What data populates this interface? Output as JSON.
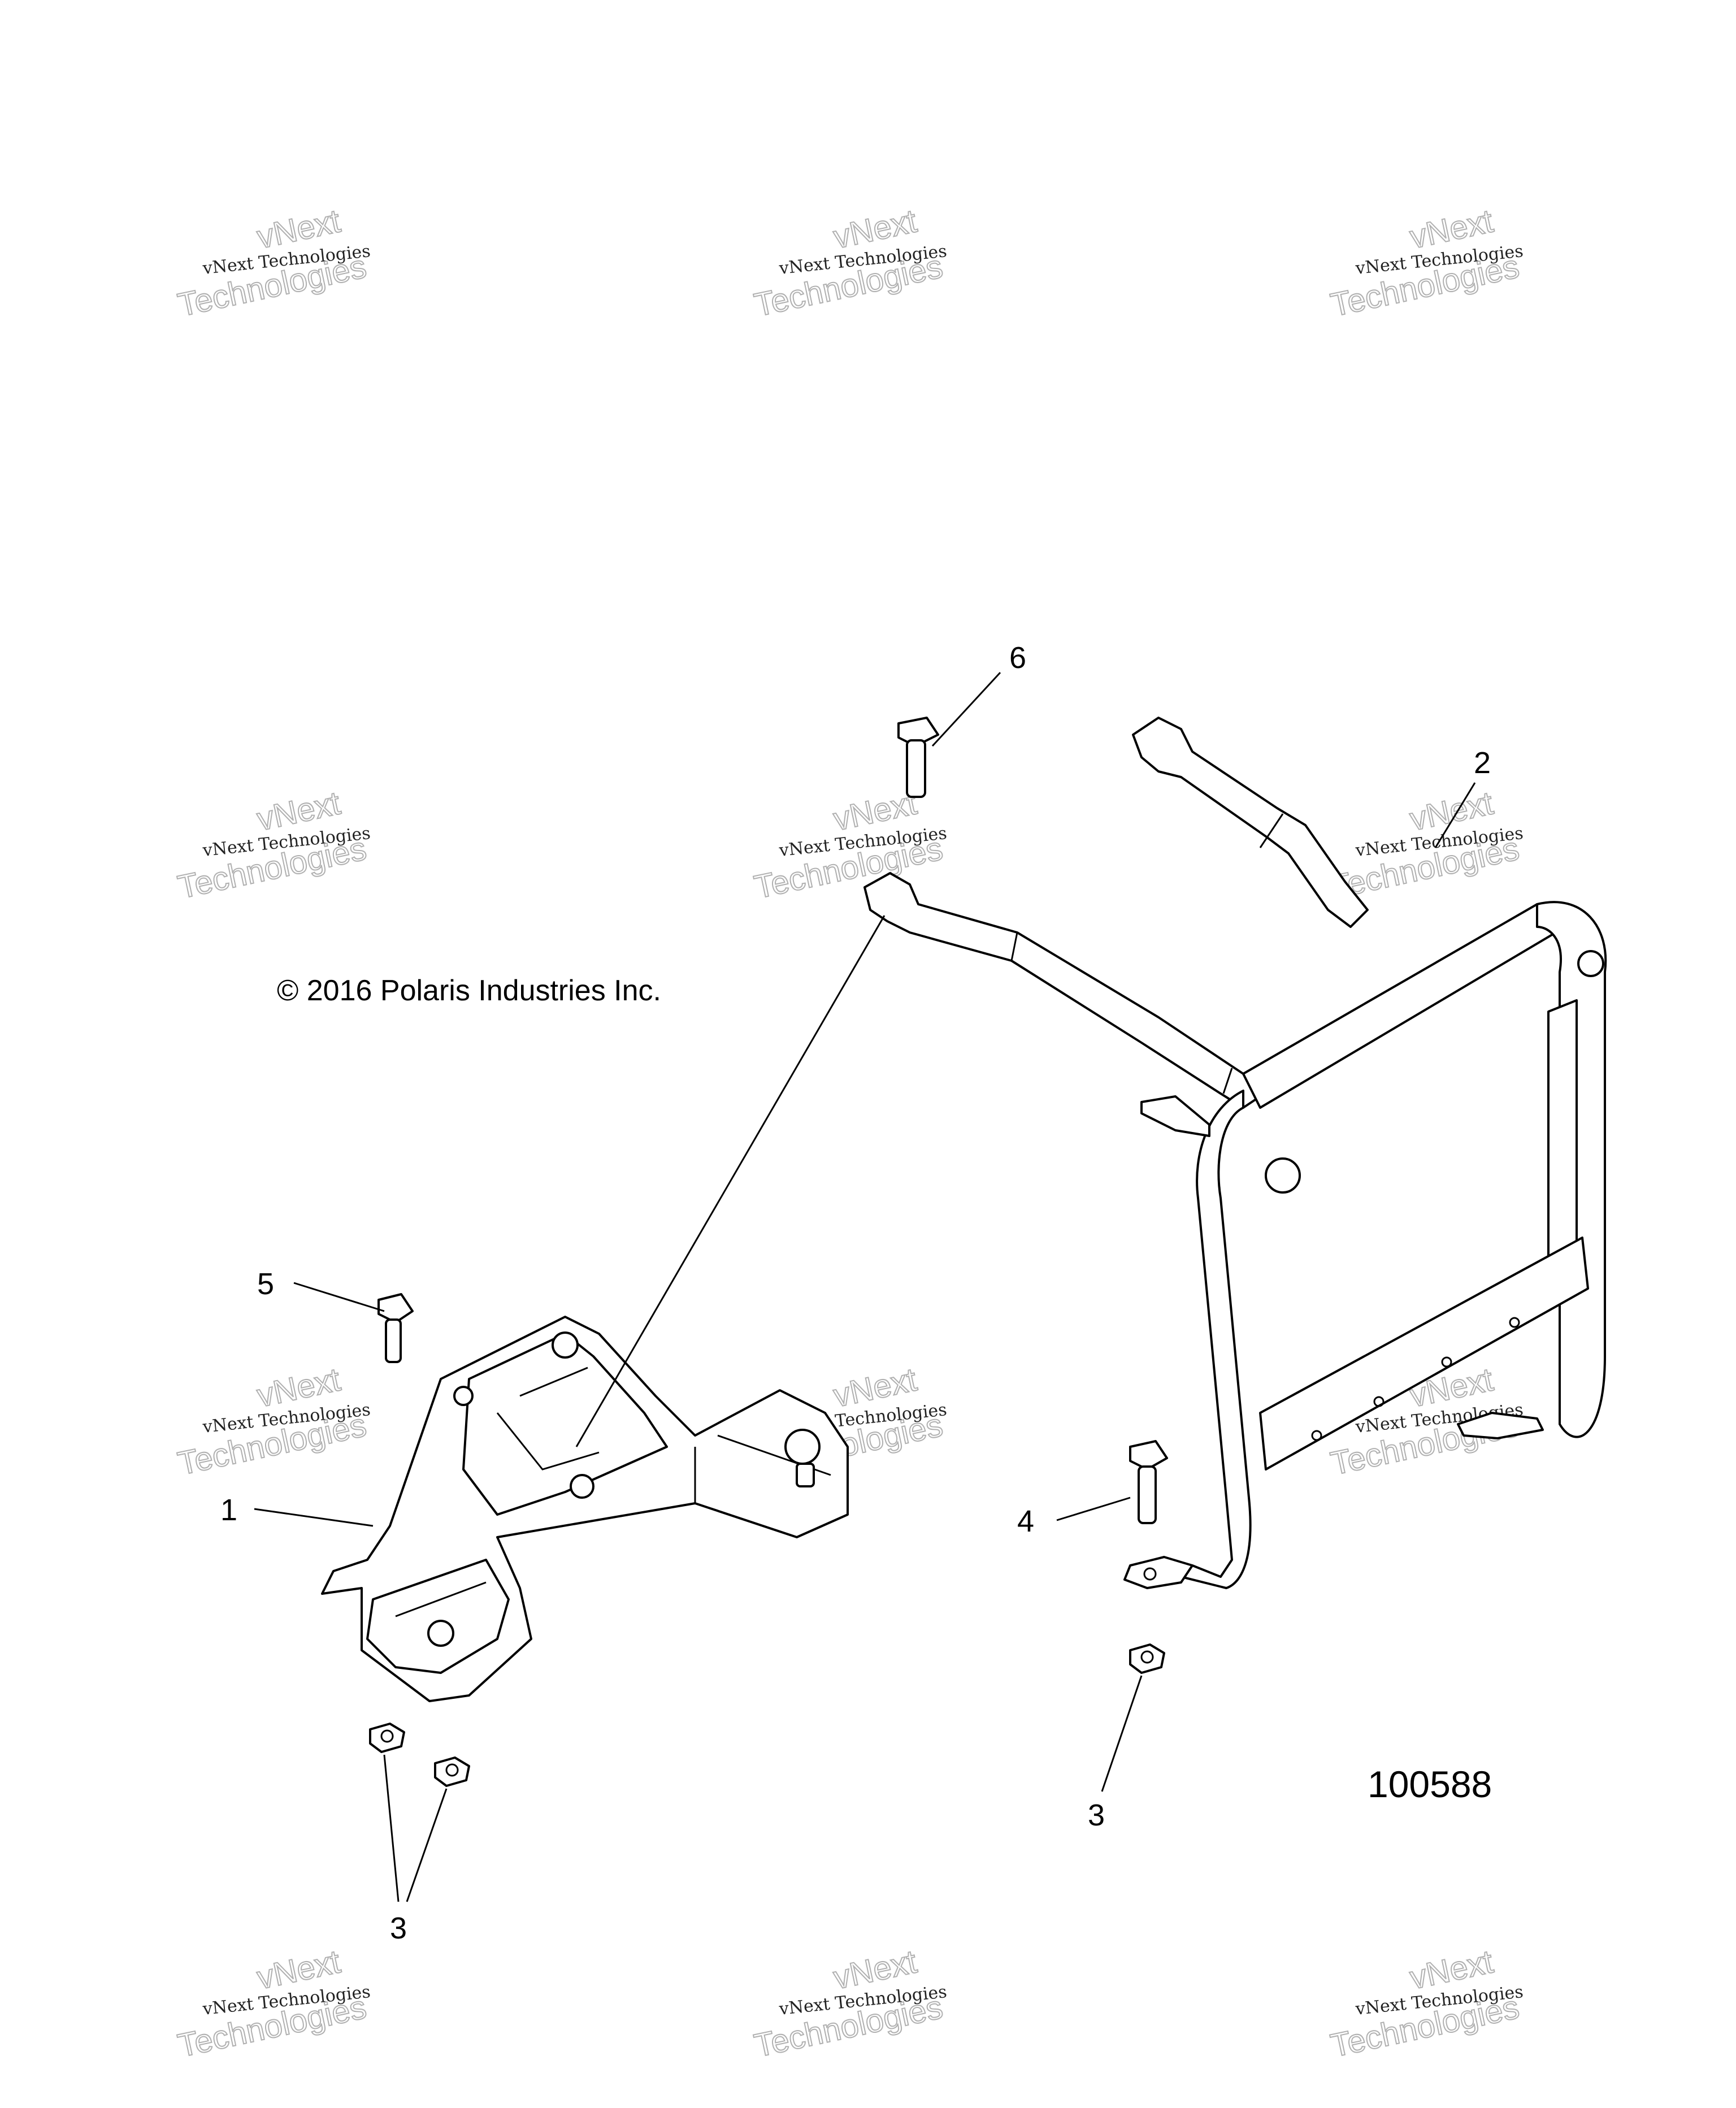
{
  "diagram": {
    "copyright": "© 2016 Polaris Industries Inc.",
    "part_number": "100588",
    "callouts": [
      {
        "id": "callout-1",
        "label": "1"
      },
      {
        "id": "callout-2",
        "label": "2"
      },
      {
        "id": "callout-3a",
        "label": "3"
      },
      {
        "id": "callout-3b",
        "label": "3"
      },
      {
        "id": "callout-4",
        "label": "4"
      },
      {
        "id": "callout-5",
        "label": "5"
      },
      {
        "id": "callout-6",
        "label": "6"
      }
    ]
  },
  "watermark": {
    "line1": "vNext",
    "line2": "vNext Technologies",
    "line3": "Technologies"
  }
}
